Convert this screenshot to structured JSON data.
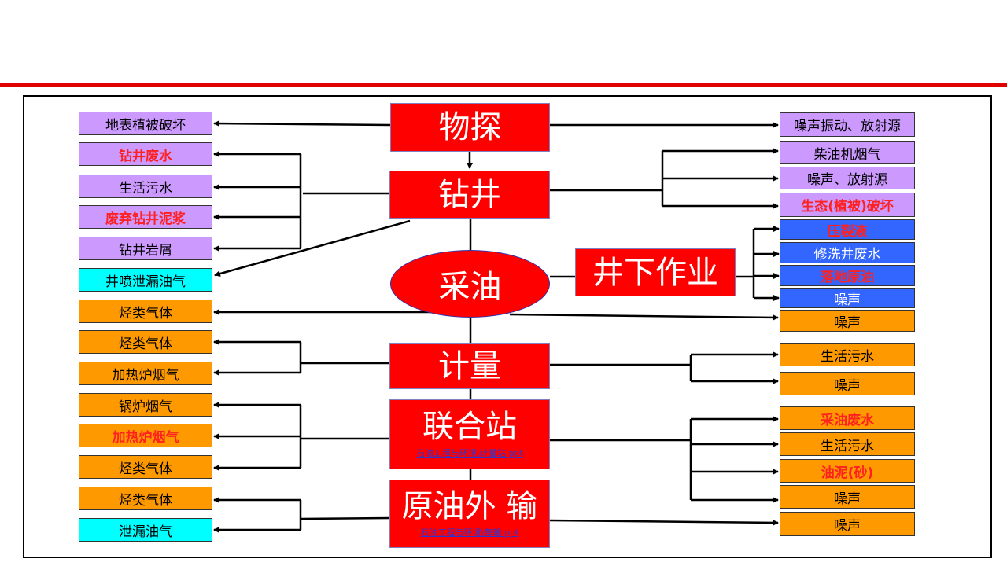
{
  "center": {
    "wutan": "物探",
    "zuanjing": "钻井",
    "caiyou": "采油",
    "jiliang": "计量",
    "lianhezhan": "联合站",
    "lianhezhan_link": "石油工程与环境\\计量站.ppt",
    "yuanyou": "原油外 输",
    "yuanyou_link": "石油工程与环境\\集输.ppt",
    "jingxia": "井下作业"
  },
  "left": [
    "地表植被破坏",
    "钻井废水",
    "生活污水",
    "废弃钻井泥浆",
    "钻井岩屑",
    "井喷泄漏油气",
    "烃类气体",
    "烃类气体",
    "加热炉烟气",
    "锅炉烟气",
    "加热炉烟气",
    "烃类气体",
    "烃类气体",
    "泄漏油气"
  ],
  "right": [
    "噪声振动、放射源",
    "柴油机烟气",
    "噪声、放射源",
    "生态(植被)破坏",
    "压裂液",
    "修洗井废水",
    "落地原油",
    "噪声",
    "噪声",
    "生活污水",
    "噪声",
    "采油废水",
    "生活污水",
    "油泥(砂)",
    "噪声",
    "噪声"
  ],
  "colors": {
    "accent_line": "#e00000",
    "main_box": "#ff0000",
    "purple": "#cc99ff",
    "cyan": "#00ffff",
    "orange": "#ff9900",
    "blue": "#3366ff",
    "highlight_text": "#ff2020"
  }
}
